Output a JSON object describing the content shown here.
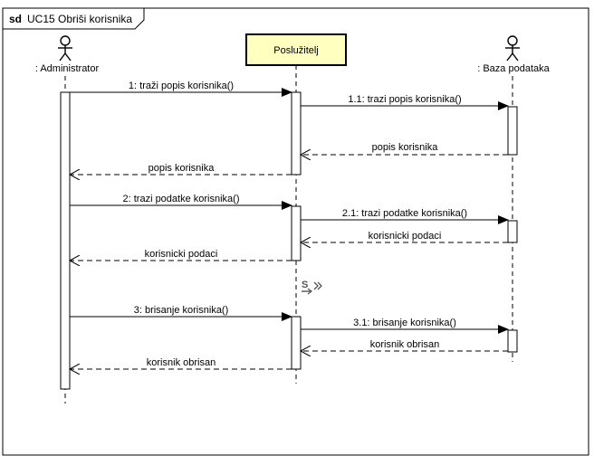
{
  "frame": {
    "keyword": "sd",
    "title": "UC15 Obriši korisnika"
  },
  "lifelines": {
    "administrator": {
      "label": ": Administrator",
      "kind": "actor"
    },
    "server": {
      "label": "Poslužitelj",
      "kind": "object",
      "fill_color": "#ffffc0"
    },
    "database": {
      "label": ": Baza podataka",
      "kind": "actor"
    }
  },
  "messages": [
    {
      "id": "m1",
      "from": "administrator",
      "to": "server",
      "label": "1: traži popis korisnika()",
      "kind": "call"
    },
    {
      "id": "m2",
      "from": "server",
      "to": "database",
      "label": "1.1: trazi popis korisnika()",
      "kind": "call"
    },
    {
      "id": "m3",
      "from": "database",
      "to": "server",
      "label": "popis korisnika",
      "kind": "return"
    },
    {
      "id": "m4",
      "from": "server",
      "to": "administrator",
      "label": "popis korisnika",
      "kind": "return"
    },
    {
      "id": "m5",
      "from": "administrator",
      "to": "server",
      "label": "2: trazi podatke korisnika()",
      "kind": "call"
    },
    {
      "id": "m6",
      "from": "server",
      "to": "database",
      "label": "2.1: trazi podatke korisnika()",
      "kind": "call"
    },
    {
      "id": "m7",
      "from": "database",
      "to": "server",
      "label": "korisnicki podaci",
      "kind": "return"
    },
    {
      "id": "m8",
      "from": "server",
      "to": "administrator",
      "label": "korisnicki podaci",
      "kind": "return"
    },
    {
      "id": "m9",
      "from": "administrator",
      "to": "server",
      "label": "3: brisanje korisnika()",
      "kind": "call"
    },
    {
      "id": "m10",
      "from": "server",
      "to": "database",
      "label": "3.1: brisanje korisnika()",
      "kind": "call"
    },
    {
      "id": "m11",
      "from": "database",
      "to": "server",
      "label": "korisnik obrisan",
      "kind": "return"
    },
    {
      "id": "m12",
      "from": "server",
      "to": "administrator",
      "label": "korisnik obrisan",
      "kind": "return"
    }
  ],
  "state_marker": {
    "label": "S",
    "icon": "state-invariant-icon"
  }
}
